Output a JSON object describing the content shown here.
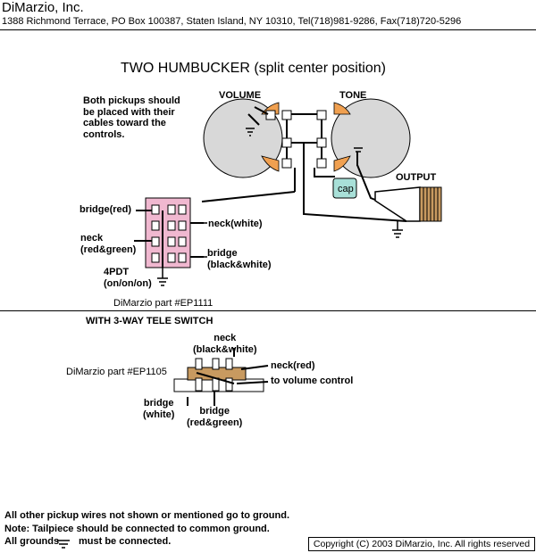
{
  "header": {
    "company": "DiMarzio, Inc.",
    "address": "1388 Richmond Terrace, PO Box 100387, Staten Island, NY 10310, Tel(718)981-9286, Fax(718)720-5296"
  },
  "top_diagram": {
    "title": "TWO HUMBUCKER (split center position)",
    "note": [
      "Both pickups should",
      "be placed with their",
      "cables toward the",
      "controls."
    ],
    "volume_label": "VOLUME",
    "tone_label": "TONE",
    "output_label": "OUTPUT",
    "cap_label": "cap",
    "switch_labels": {
      "bridge_red": "bridge(red)",
      "neck_white": "neck(white)",
      "neck_red_green": [
        "neck",
        "(red&green)"
      ],
      "bridge_black_white": [
        "bridge",
        "(black&white)"
      ],
      "switch_type": [
        "4PDT",
        "(on/on/on)"
      ]
    },
    "part_number": "DiMarzio part #EP1111"
  },
  "bottom_diagram": {
    "title": "WITH 3-WAY TELE SWITCH",
    "part_number": "DiMarzio part #EP1105",
    "labels": {
      "neck_black_white": [
        "neck",
        "(black&white)"
      ],
      "neck_red": "neck(red)",
      "to_volume": "to volume control",
      "bridge_white": [
        "bridge",
        "(white)"
      ],
      "bridge_red_green": [
        "bridge",
        "(red&green)"
      ]
    }
  },
  "footer": {
    "notes": [
      "All other pickup wires not shown or mentioned go to ground.",
      "Note: Tailpiece should be connected to common ground.",
      "All grounds",
      "must be connected."
    ],
    "copyright": "Copyright (C) 2003 DiMarzio, Inc. All rights reserved"
  },
  "colors": {
    "pot_fill": "#d8d8d8",
    "lug_fill": "#f0a050",
    "switch_fill": "#f0b8d0",
    "cap_fill": "#a8e0d8",
    "tele_body": "#c89a60"
  }
}
